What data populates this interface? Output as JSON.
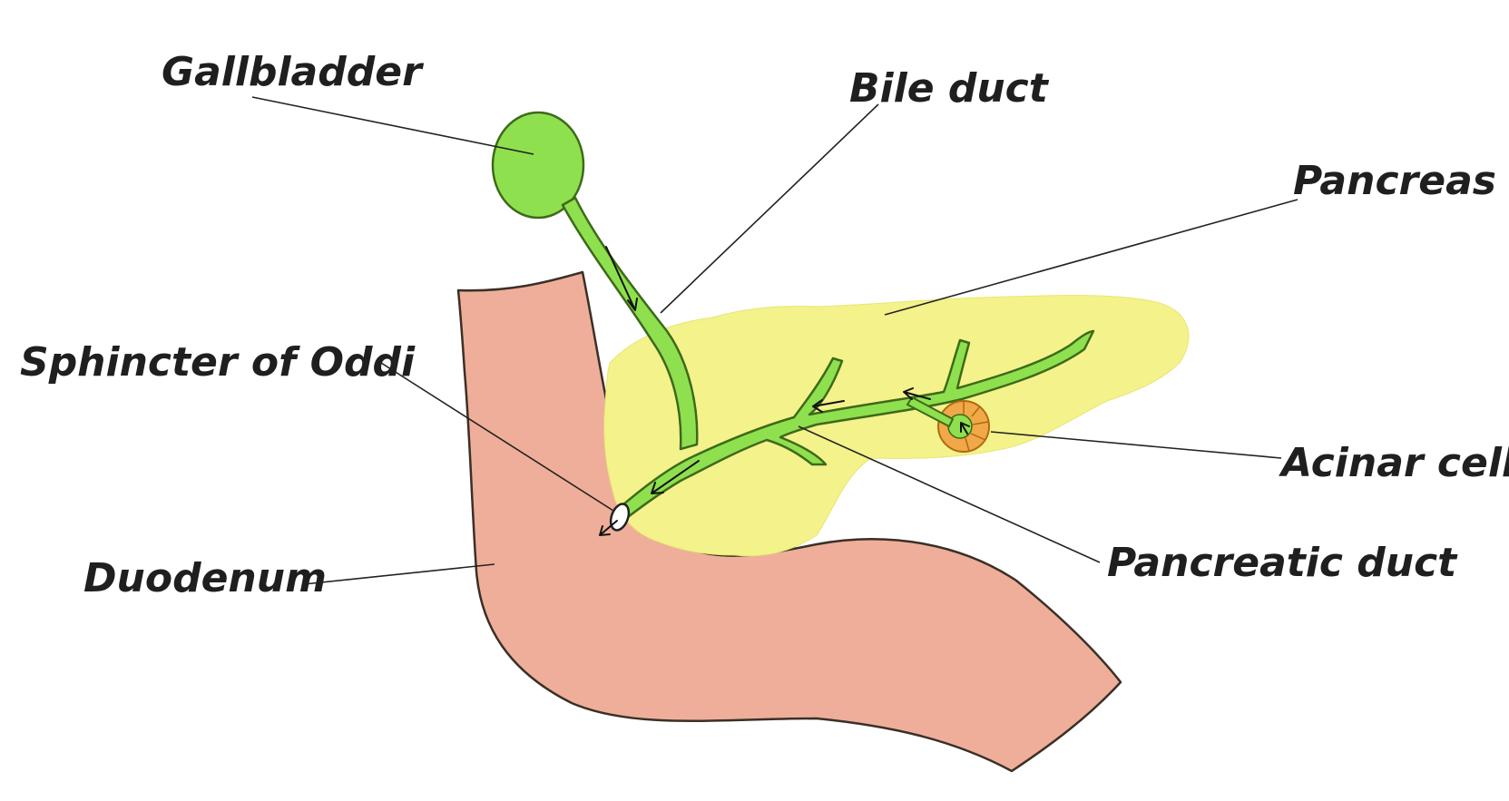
{
  "labels": {
    "gallbladder": "Gallbladder",
    "bile_duct": "Bile duct",
    "pancreas": "Pancreas",
    "sphincter_of_oddi": "Sphincter of Oddi",
    "acinar_cell": "Acinar cell",
    "pancreatic_duct": "Pancreatic duct",
    "duodenum": "Duodenum"
  },
  "colors": {
    "duodenum_fill": "#efae9a",
    "pancreas_fill": "#f4f28a",
    "duct_fill": "#8fe04e",
    "acinar_fill": "#f0a848",
    "background": "#ffffff"
  }
}
